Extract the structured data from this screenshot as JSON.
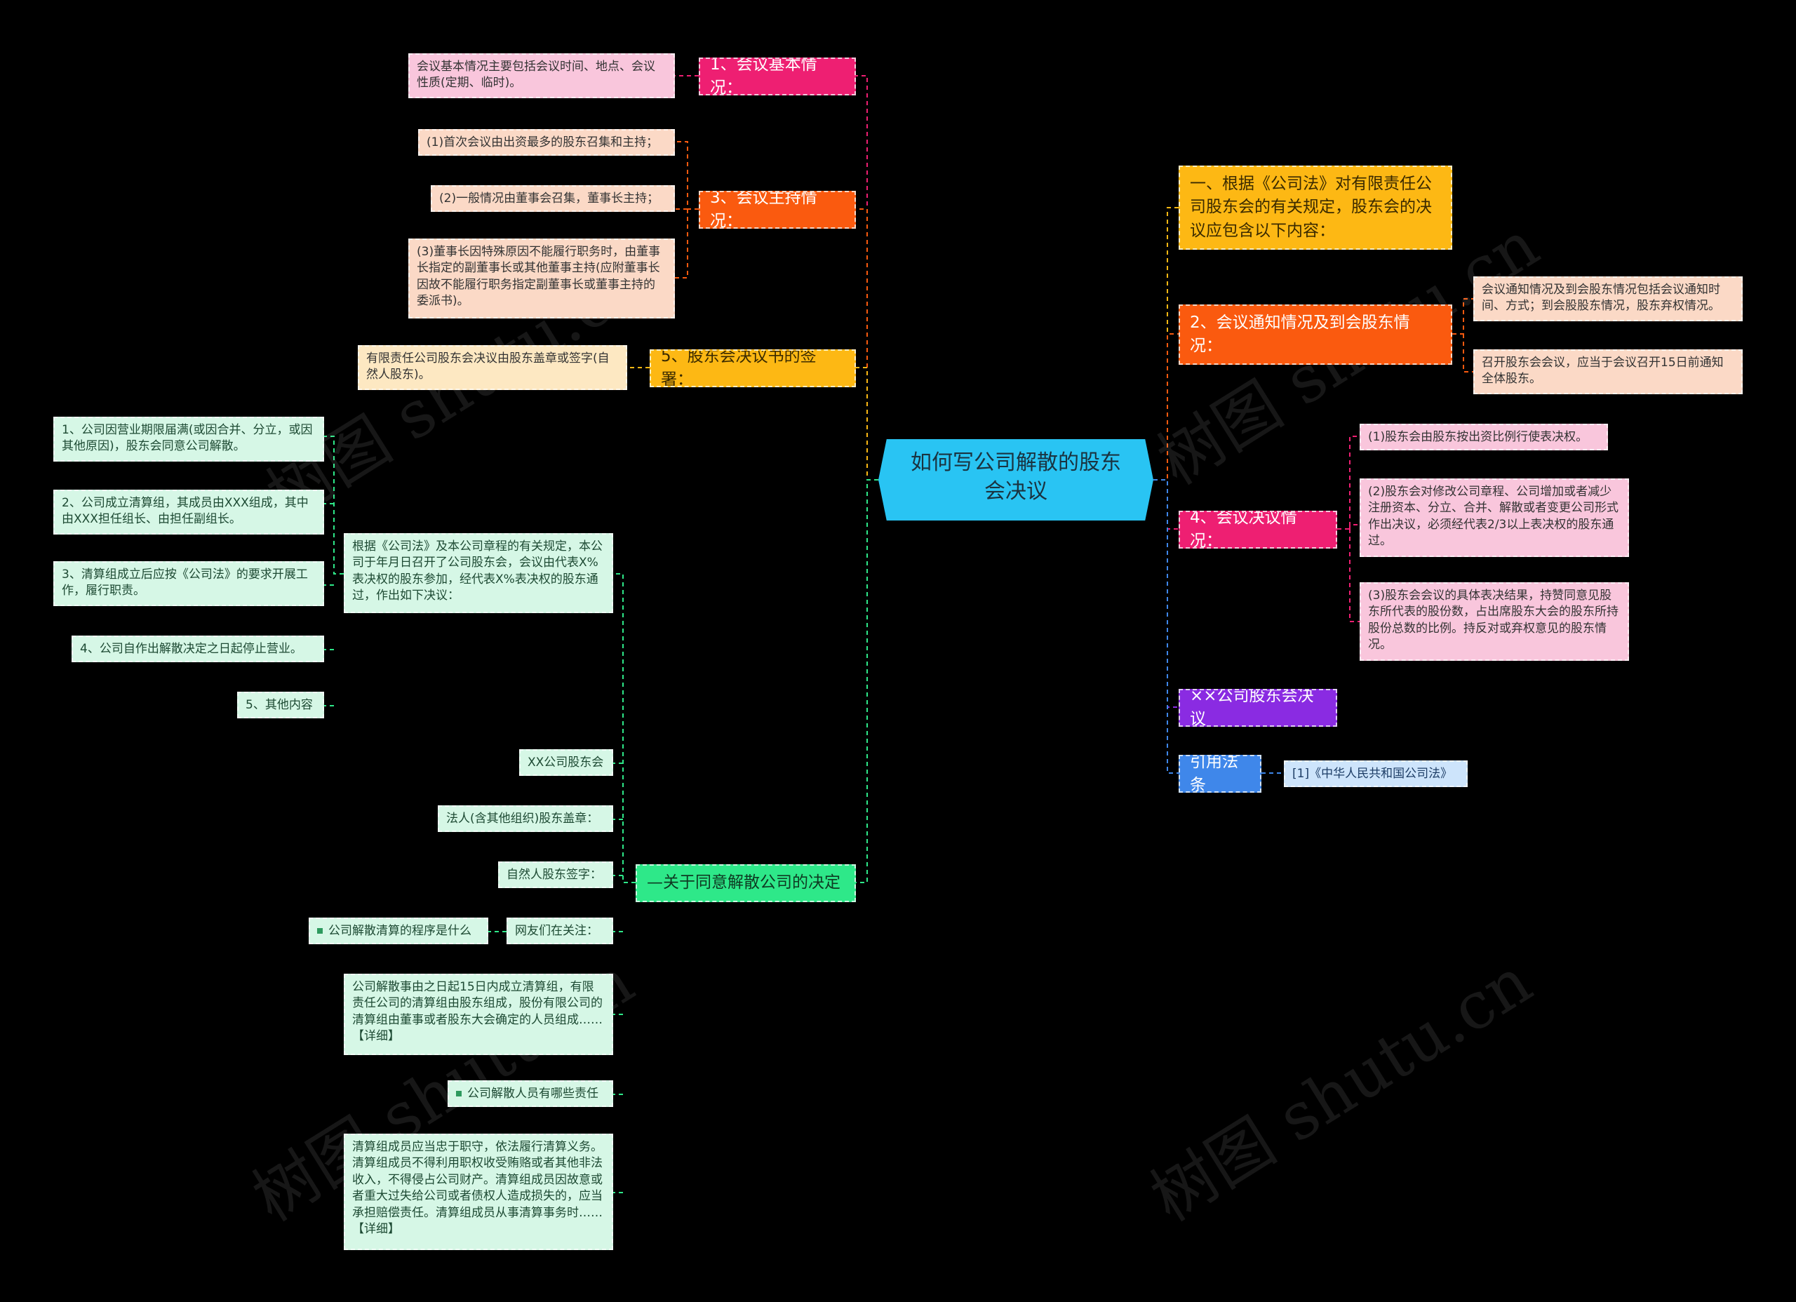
{
  "colors": {
    "center": "#29c4f3",
    "pink_topic": "#ee1f72",
    "orange_topic": "#fa5a0f",
    "yellow_topic": "#fdb814",
    "green_topic": "#2ee889",
    "purple_topic": "#8a2be2",
    "blue_topic": "#3f87ea"
  },
  "center": {
    "title": "如何写公司解散的股东会决议"
  },
  "left": {
    "basic": {
      "label": "1、会议基本情况：",
      "leaf": "会议基本情况主要包括会议时间、地点、会议性质(定期、临时)。"
    },
    "host": {
      "label": "3、会议主持情况：",
      "leaves": [
        "(1)首次会议由出资最多的股东召集和主持；",
        "(2)一般情况由董事会召集，董事长主持；",
        "(3)董事长因特殊原因不能履行职务时，由董事长指定的副董事长或其他董事主持(应附董事长因故不能履行职务指定副董事长或董事主持的委派书)。"
      ]
    },
    "sign": {
      "label": "5、股东会决议书的签署：",
      "leaf": "有限责任公司股东会决议由股东盖章或签字(自然人股东)。"
    },
    "decision": {
      "label": "—关于同意解散公司的决定",
      "intro": "根据《公司法》及本公司章程的有关规定，本公司于年月日召开了公司股东会，会议由代表X%表决权的股东参加，经代表X%表决权的股东通过，作出如下决议：",
      "items": [
        "1、公司因营业期限届满(或因合并、分立，或因其他原因)，股东会同意公司解散。",
        "2、公司成立清算组，其成员由XXX组成，其中由XXX担任组长、由担任副组长。",
        "3、清算组成立后应按《公司法》的要求开展工作，履行职责。",
        "4、公司自作出解散决定之日起停止营业。",
        "5、其他内容"
      ],
      "sig_company": "XX公司股东会",
      "sig_legal": "法人(含其他组织)股东盖章：",
      "sig_natural": "自然人股东签字：",
      "attention": "网友们在关注：",
      "link1": "公司解散清算的程序是什么",
      "text1": "公司解散事由之日起15日内成立清算组，有限责任公司的清算组由股东组成，股份有限公司的清算组由董事或者股东大会确定的人员组成……【详细】",
      "link2": "公司解散人员有哪些责任",
      "text2": "清算组成员应当忠于职守，依法履行清算义务。清算组成员不得利用职权收受贿赂或者其他非法收入，不得侵占公司财产。清算组成员因故意或者重大过失给公司或者债权人造成损失的，应当承担赔偿责任。清算组成员从事清算事务时……【详细】"
    }
  },
  "right": {
    "intro": {
      "label": "一、根据《公司法》对有限责任公司股东会的有关规定，股东会的决议应包含以下内容："
    },
    "notice": {
      "label": "2、会议通知情况及到会股东情况：",
      "leaves": [
        "会议通知情况及到会股东情况包括会议通知时间、方式；到会股股东情况，股东弃权情况。",
        "召开股东会会议，应当于会议召开15日前通知全体股东。"
      ]
    },
    "resolution": {
      "label": "4、会议决议情况：",
      "leaves": [
        "(1)股东会由股东按出资比例行使表决权。",
        "(2)股东会对修改公司章程、公司增加或者减少注册资本、分立、合并、解散或者变更公司形式作出决议，必须经代表2/3以上表决权的股东通过。",
        "(3)股东会会议的具体表决结果，持赞同意见股东所代表的股份数，占出席股东大会的股东所持股份总数的比例。持反对或弃权意见的股东情况。"
      ]
    },
    "title_node": {
      "label": "××公司股东会决议"
    },
    "law": {
      "label": "引用法条",
      "leaf": "[1]《中华人民共和国公司法》"
    }
  },
  "watermark": "树图 shutu.cn"
}
